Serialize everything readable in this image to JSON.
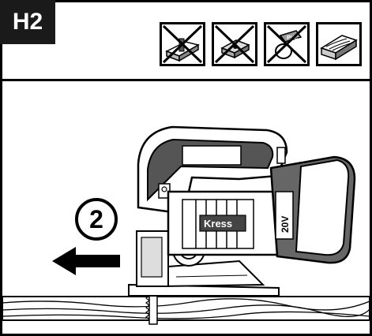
{
  "panel": {
    "label": "H2",
    "step_number": "2"
  },
  "material_icons": [
    {
      "name": "wood-with-nail-crossed-icon",
      "crossed": true
    },
    {
      "name": "metal-crossed-icon",
      "crossed": true
    },
    {
      "name": "plastic-pvc-crossed-icon",
      "crossed": true
    },
    {
      "name": "wood-allowed-icon",
      "crossed": false
    }
  ],
  "illustration": {
    "tool_icon": "jigsaw-icon",
    "brand_text": "Kress",
    "battery_text": "20V",
    "direction_arrow": "arrow-left-icon"
  }
}
